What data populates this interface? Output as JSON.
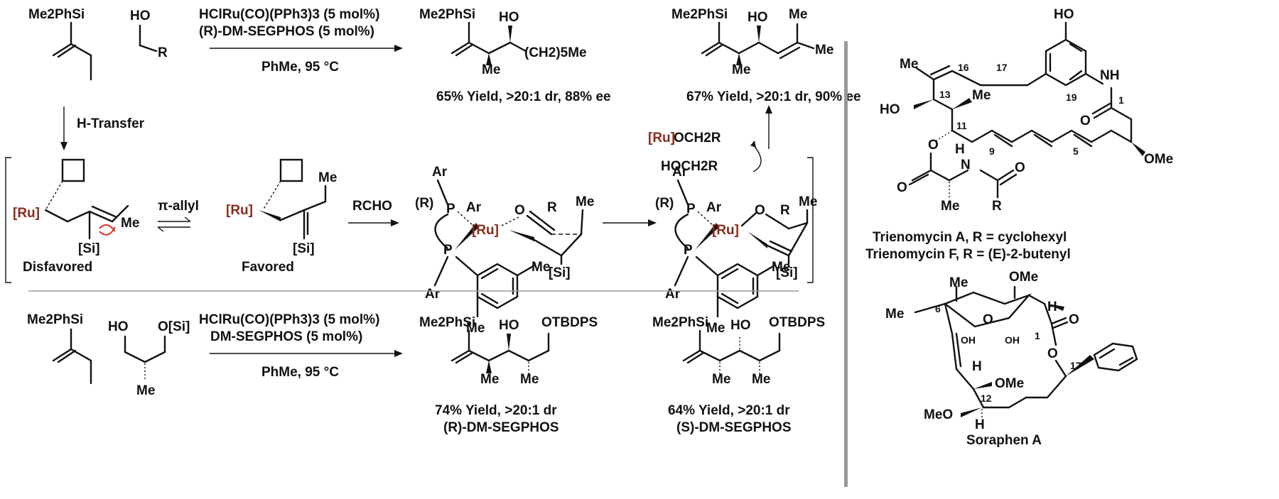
{
  "top_reaction": {
    "reactant_si": "Me2PhSi",
    "reactant_ho": "HO",
    "reactant_r": "R",
    "conditions_line1": "HClRu(CO)(PPh3)3 (5 mol%)",
    "conditions_line2": "(R)-DM-SEGPHOS (5 mol%)",
    "conditions_line3": "PhMe, 95 °C",
    "product1_si": "Me2PhSi",
    "product1_ho": "HO",
    "product1_chain": "(CH2)5Me",
    "product1_me": "Me",
    "product1_yield": "65% Yield, >20:1 dr, 88% ee",
    "product2_si": "Me2PhSi",
    "product2_ho": "HO",
    "product2_me_top": "Me",
    "product2_me_right": "Me",
    "product2_me_bottom": "Me",
    "product2_yield": "67% Yield, >20:1 dr, 90% ee"
  },
  "mechanism": {
    "h_transfer": "H-Transfer",
    "pi_allyl": "π-allyl",
    "rcho": "RCHO",
    "ru_och2r_ru": "[Ru]",
    "ru_och2r_rest": "OCH2R",
    "hoch2r": "HOCH2R",
    "disfavored": "Disfavored",
    "favored": "Favored",
    "ru": "[Ru]",
    "si": "[Si]",
    "me": "Me",
    "ar": "Ar",
    "p": "P",
    "r_label": "(R)",
    "o": "O",
    "r": "R"
  },
  "bottom_reaction": {
    "reactant_si": "Me2PhSi",
    "reactant_ho": "HO",
    "reactant_osi": "O[Si]",
    "reactant_me": "Me",
    "conditions_line1": "HClRu(CO)(PPh3)3 (5 mol%)",
    "conditions_line2": "DM-SEGPHOS (5 mol%)",
    "conditions_line3": "PhMe, 95 °C",
    "product1_si": "Me2PhSi",
    "product1_ho": "HO",
    "product1_otbdps": "OTBDPS",
    "product1_me1": "Me",
    "product1_me2": "Me",
    "product1_yield": "74% Yield, >20:1 dr",
    "product1_ligand": "(R)-DM-SEGPHOS",
    "product2_si": "Me2PhSi",
    "product2_ho": "HO",
    "product2_otbdps": "OTBDPS",
    "product2_me1": "Me",
    "product2_me2": "Me",
    "product2_yield": "64% Yield, >20:1 dr",
    "product2_ligand": "(S)-DM-SEGPHOS"
  },
  "trienomycin": {
    "ho_top": "HO",
    "nh": "NH",
    "me_left": "Me",
    "me_c12": "Me",
    "ho_c13": "HO",
    "n16": "16",
    "n17": "17",
    "n19": "19",
    "n13": "13",
    "n11": "11",
    "n9": "9",
    "n5": "5",
    "n1": "1",
    "ome": "OMe",
    "o_ester": "O",
    "o_amide": "O",
    "o_carbonyl": "O",
    "o_ester2": "O",
    "h_n": "H",
    "n_amide": "N",
    "me_ala": "Me",
    "r": "R",
    "caption1": "Trienomycin A, R = cyclohexyl",
    "caption2": "Trienomycin F, R = (E)-2-butenyl"
  },
  "soraphen": {
    "me_top": "Me",
    "ome_top": "OMe",
    "h_top": "H",
    "n6": "6",
    "me_left": "Me",
    "oh1": "OH",
    "oh2": "OH",
    "o_ring": "O",
    "o_carbonyl": "O",
    "n1": "1",
    "h_mid": "H",
    "ome_mid": "OMe",
    "o_ester": "O",
    "n17": "17",
    "n12": "12",
    "meo": "MeO",
    "h_bottom": "H",
    "caption": "Soraphen A"
  }
}
